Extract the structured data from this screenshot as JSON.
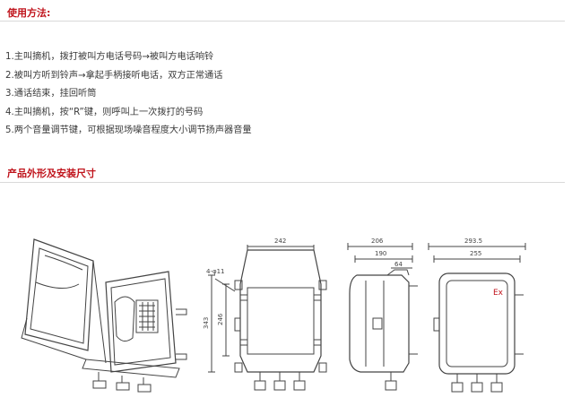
{
  "usage": {
    "title": "使用方法:",
    "steps": [
      "1.主叫摘机，拨打被叫方电话号码→被叫方电话响铃",
      "2.被叫方听到铃声→拿起手柄接听电话，双方正常通话",
      "3.通话结束，挂回听筒",
      "4.主叫摘机，按“R”键，则呼叫上一次拨打的号码",
      "5.两个音量调节键，可根据现场噪音程度大小调节扬声器音量"
    ]
  },
  "dimensions": {
    "title": "产品外形及安装尺寸",
    "front": {
      "width": "242",
      "height_outer": "343",
      "height_inner": "246",
      "holes": "4-φ11"
    },
    "side": {
      "depth": "206",
      "depth2": "190",
      "depth3": "64"
    },
    "back": {
      "width_outer": "293.5",
      "width_inner": "255",
      "ex_mark": "Ex"
    }
  }
}
